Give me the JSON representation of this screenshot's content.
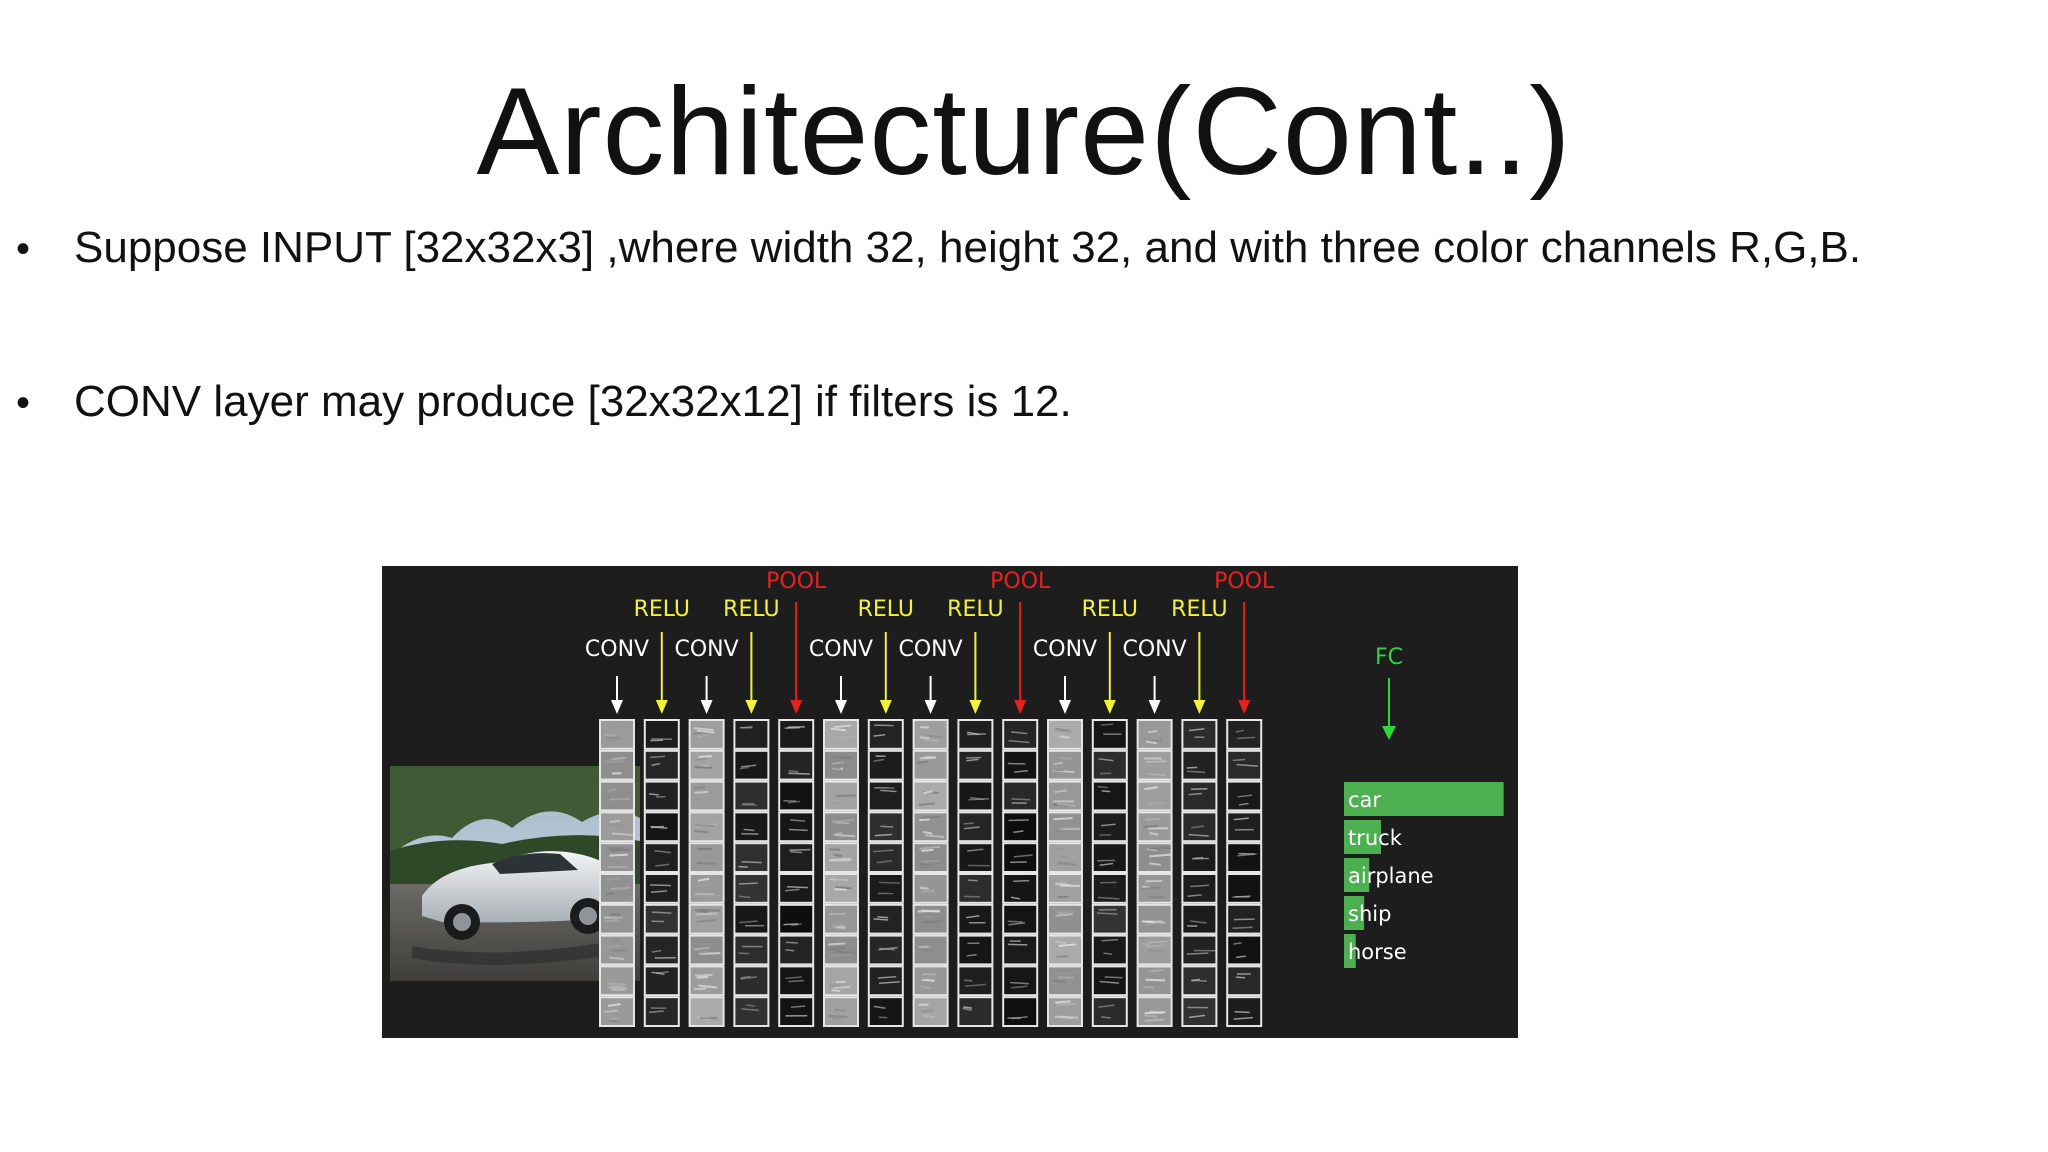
{
  "slide": {
    "title": "Architecture(Cont..)",
    "bullets": [
      "Suppose INPUT [32x32x3] ,where width 32, height 32, and with three color channels R,G,B.",
      "CONV layer  may produce [32x32x12] if filters is 12."
    ],
    "bullet_symbol": "•"
  },
  "figure": {
    "layers": [
      {
        "label": "CONV",
        "kind": "conv"
      },
      {
        "label": "RELU",
        "kind": "relu"
      },
      {
        "label": "CONV",
        "kind": "conv"
      },
      {
        "label": "RELU",
        "kind": "relu"
      },
      {
        "label": "POOL",
        "kind": "pool"
      },
      {
        "label": "CONV",
        "kind": "conv"
      },
      {
        "label": "RELU",
        "kind": "relu"
      },
      {
        "label": "CONV",
        "kind": "conv"
      },
      {
        "label": "RELU",
        "kind": "relu"
      },
      {
        "label": "POOL",
        "kind": "pool"
      },
      {
        "label": "CONV",
        "kind": "conv"
      },
      {
        "label": "RELU",
        "kind": "relu"
      },
      {
        "label": "CONV",
        "kind": "conv"
      },
      {
        "label": "RELU",
        "kind": "relu"
      },
      {
        "label": "POOL",
        "kind": "pool"
      }
    ],
    "fc_label": "FC",
    "classes": [
      {
        "name": "car",
        "score": 0.95
      },
      {
        "name": "truck",
        "score": 0.22
      },
      {
        "name": "airplane",
        "score": 0.15
      },
      {
        "name": "ship",
        "score": 0.12
      },
      {
        "name": "horse",
        "score": 0.07
      }
    ],
    "colors": {
      "conv": "#ffffff",
      "relu": "#f2f23a",
      "pool": "#e52222",
      "fc": "#2fd63c",
      "bar": "#4caf50",
      "background": "#1d1d1d"
    },
    "input_icon": "car-photo"
  }
}
